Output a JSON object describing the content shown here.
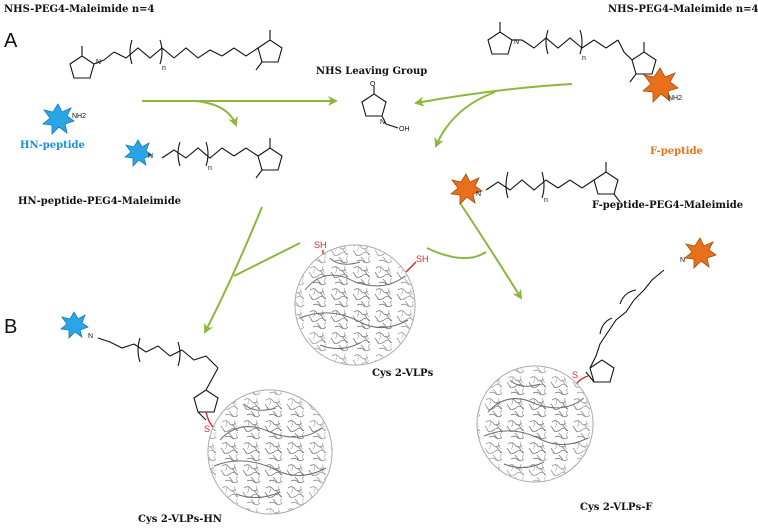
{
  "panels": {
    "a": "A",
    "b": "B"
  },
  "reagents": {
    "left_title": "NHS-PEG4-Maleimide  n=4",
    "right_title": "NHS-PEG4-Maleimide  n=4",
    "nhs_leaving_group": "NHS Leaving Group",
    "hn_peptide": "HN-peptide",
    "f_peptide": "F-peptide",
    "hn_conjugate": "HN-peptide-PEG4-Maleimide",
    "f_conjugate": "F-peptide-PEG4-Maleimide"
  },
  "particles": {
    "center": "Cys 2-VLPs",
    "left": "Cys 2-VLPs-HN",
    "right": "Cys 2-VLPs-F"
  },
  "atoms": {
    "sh": "SH",
    "s": "S",
    "nh2": "NH2",
    "n": "N",
    "o": "O",
    "oh": "OH",
    "nsub": "n"
  },
  "colors": {
    "arrow": "#8cb63c",
    "hn_star": "#2aa5e6",
    "f_star": "#e8701a",
    "thiol": "#d9262b",
    "vlp": "#8a8a8a"
  }
}
